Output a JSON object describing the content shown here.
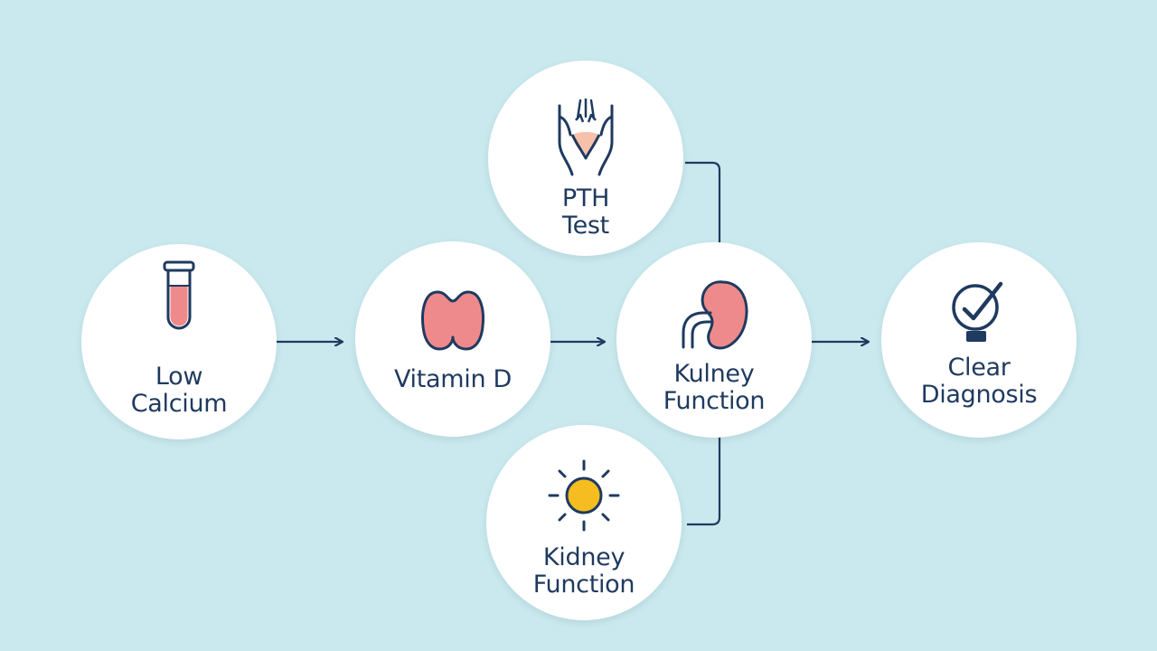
{
  "nodes": {
    "low_calcium": {
      "lines": [
        "Low",
        "Calcium"
      ],
      "icon": "test-tube-icon"
    },
    "vitamin_d": {
      "lines": [
        "Vitamin D"
      ],
      "icon": "thyroid-gland-icon"
    },
    "pth_test": {
      "lines": [
        "PTH",
        "Test"
      ],
      "icon": "parathyroid-hands-icon"
    },
    "kidney_function_center": {
      "lines": [
        "Kulney",
        "Function"
      ],
      "icon": "kidney-icon"
    },
    "kidney_function_bottom": {
      "lines": [
        "Kidney",
        "Function"
      ],
      "icon": "sun-icon"
    },
    "clear_diagnosis": {
      "lines": [
        "Clear",
        "Diagnosis"
      ],
      "icon": "checkmark-badge-icon"
    }
  },
  "colors": {
    "background": "#c9e9ee",
    "node_fill": "#ffffff",
    "text": "#1f3a5f",
    "connector": "#1f3a5f",
    "icon_accent_pink": "#ef8a8c",
    "icon_accent_yellow": "#f5bd1f"
  }
}
